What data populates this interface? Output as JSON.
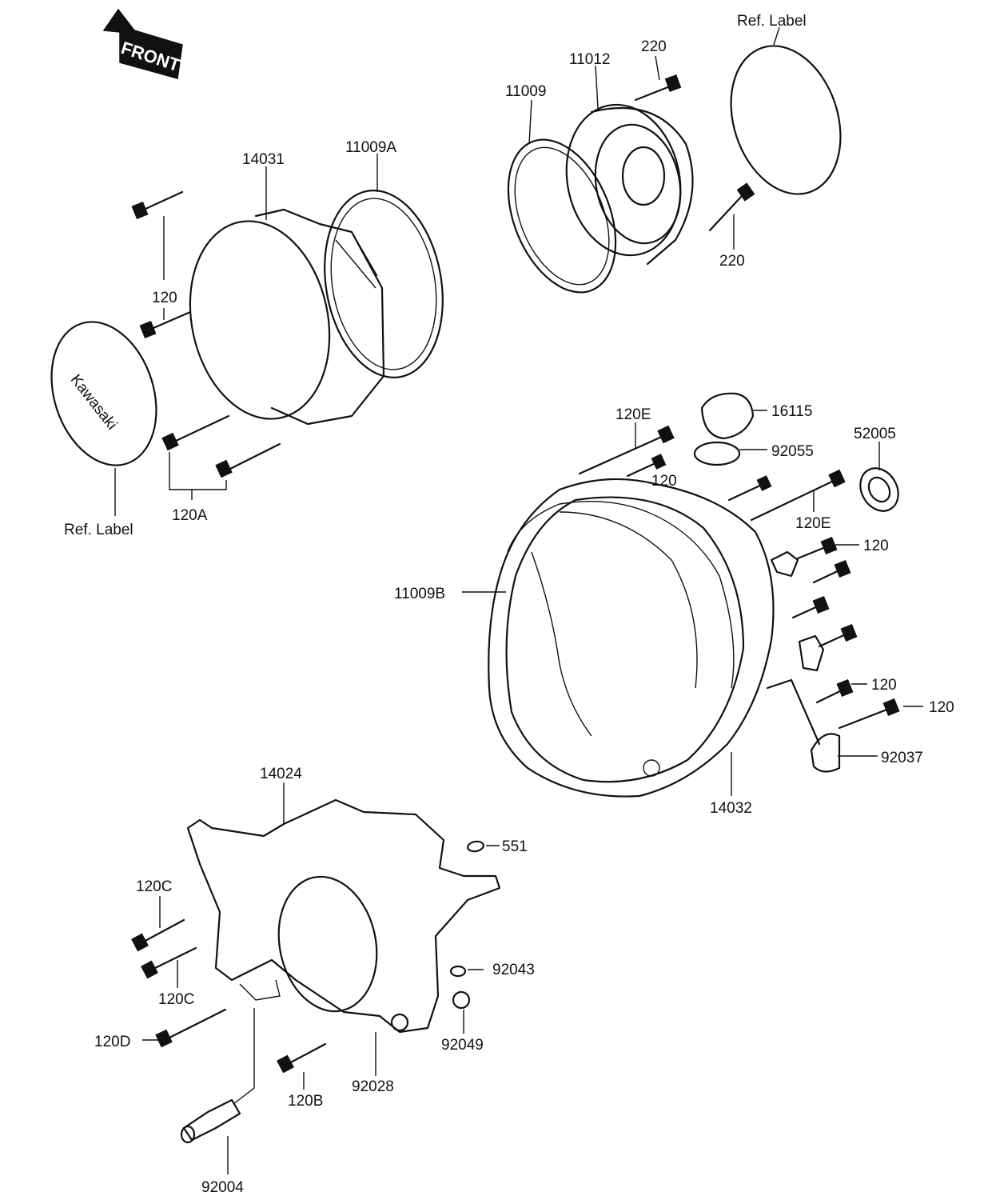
{
  "front_arrow": {
    "text": "FRONT"
  },
  "labels": {
    "ref_label_top": "Ref. Label",
    "ref_label_left": "Ref. Label",
    "p11012": "11012",
    "p220_top": "220",
    "p220_bottom": "220",
    "p11009": "11009",
    "p14031": "14031",
    "p11009A": "11009A",
    "p120_upper_left": "120",
    "p120A": "120A",
    "p120E_top": "120E",
    "p16115": "16115",
    "p92055": "92055",
    "p52005": "52005",
    "p120_mid": "120",
    "p120E_right": "120E",
    "p120_right1": "120",
    "p11009B": "11009B",
    "p120_right2": "120",
    "p120_right3": "120",
    "p92037": "92037",
    "p14032": "14032",
    "p14024": "14024",
    "p551": "551",
    "p120C_top": "120C",
    "p120C_bottom": "120C",
    "p92043": "92043",
    "p120D": "120D",
    "p92049": "92049",
    "p92028": "92028",
    "p120B": "120B",
    "p92004": "92004"
  },
  "cover_logo": "Kawasaki"
}
